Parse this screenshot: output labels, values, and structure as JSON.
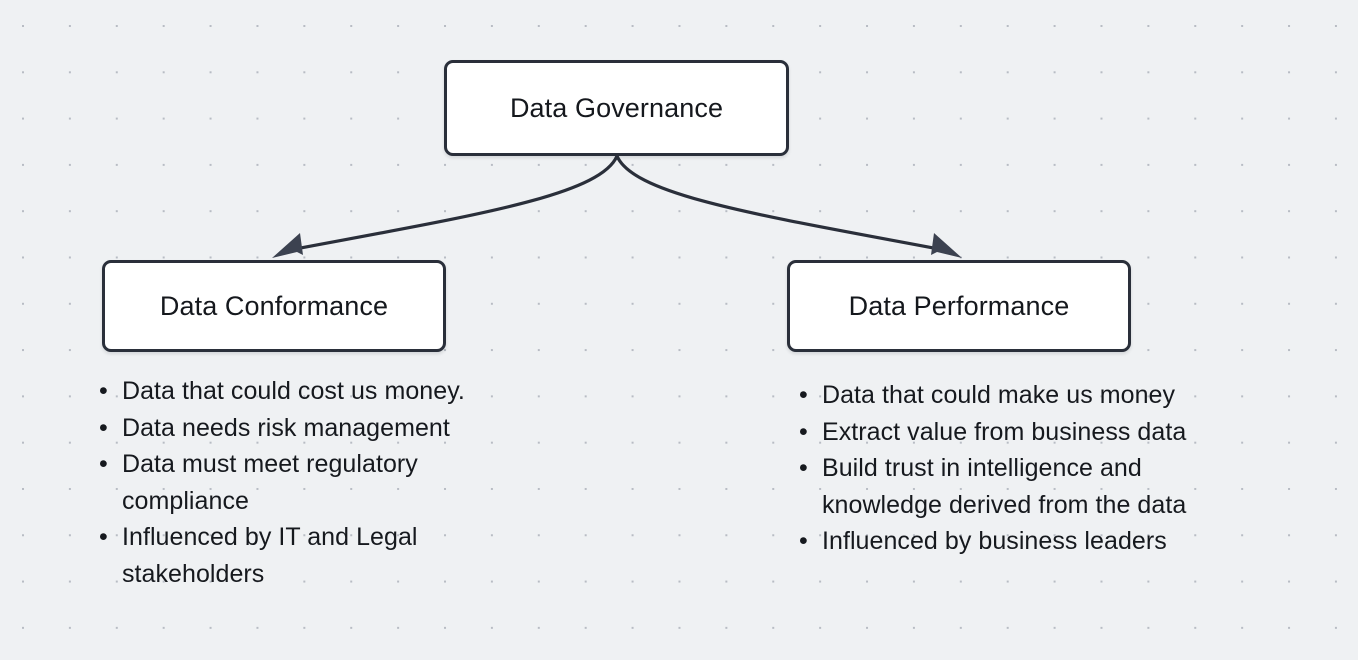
{
  "canvas": {
    "background_color": "#eff1f3",
    "dot_color": "#b8bcc4"
  },
  "nodes": {
    "root": {
      "label": "Data Governance",
      "border_color": "#2a2f3a",
      "fill_color": "#ffffff"
    },
    "left": {
      "label": "Data Conformance",
      "border_color": "#2a2f3a",
      "fill_color": "#ffffff"
    },
    "right": {
      "label": "Data Performance",
      "border_color": "#2a2f3a",
      "fill_color": "#ffffff"
    }
  },
  "lists": {
    "conformance": [
      "Data that could cost us money.",
      "Data needs risk management",
      "Data must meet regulatory compliance",
      "Influenced by IT and Legal stakeholders"
    ],
    "performance": [
      "Data that could make us money",
      "Extract value from business data",
      "Build trust in intelligence and knowledge derived from the data",
      "Influenced by business leaders"
    ]
  },
  "edges": {
    "stroke_color": "#2a2f3a",
    "left_edge_name": "governance-to-conformance",
    "right_edge_name": "governance-to-performance"
  }
}
